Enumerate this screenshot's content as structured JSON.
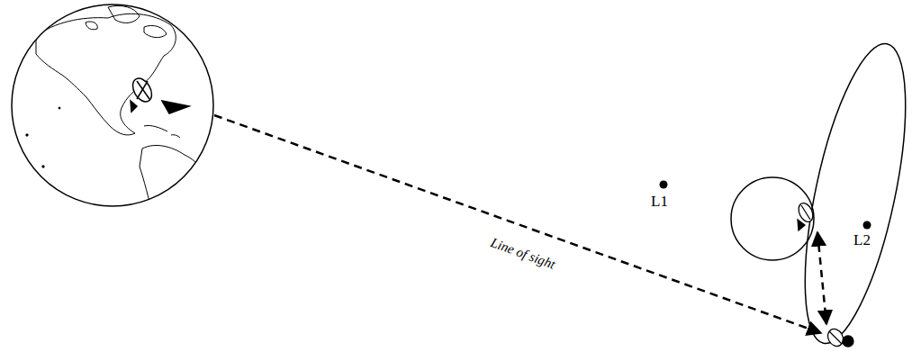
{
  "diagram": {
    "labels": [
      "L1",
      "L2",
      "Line of sight"
    ]
  }
}
